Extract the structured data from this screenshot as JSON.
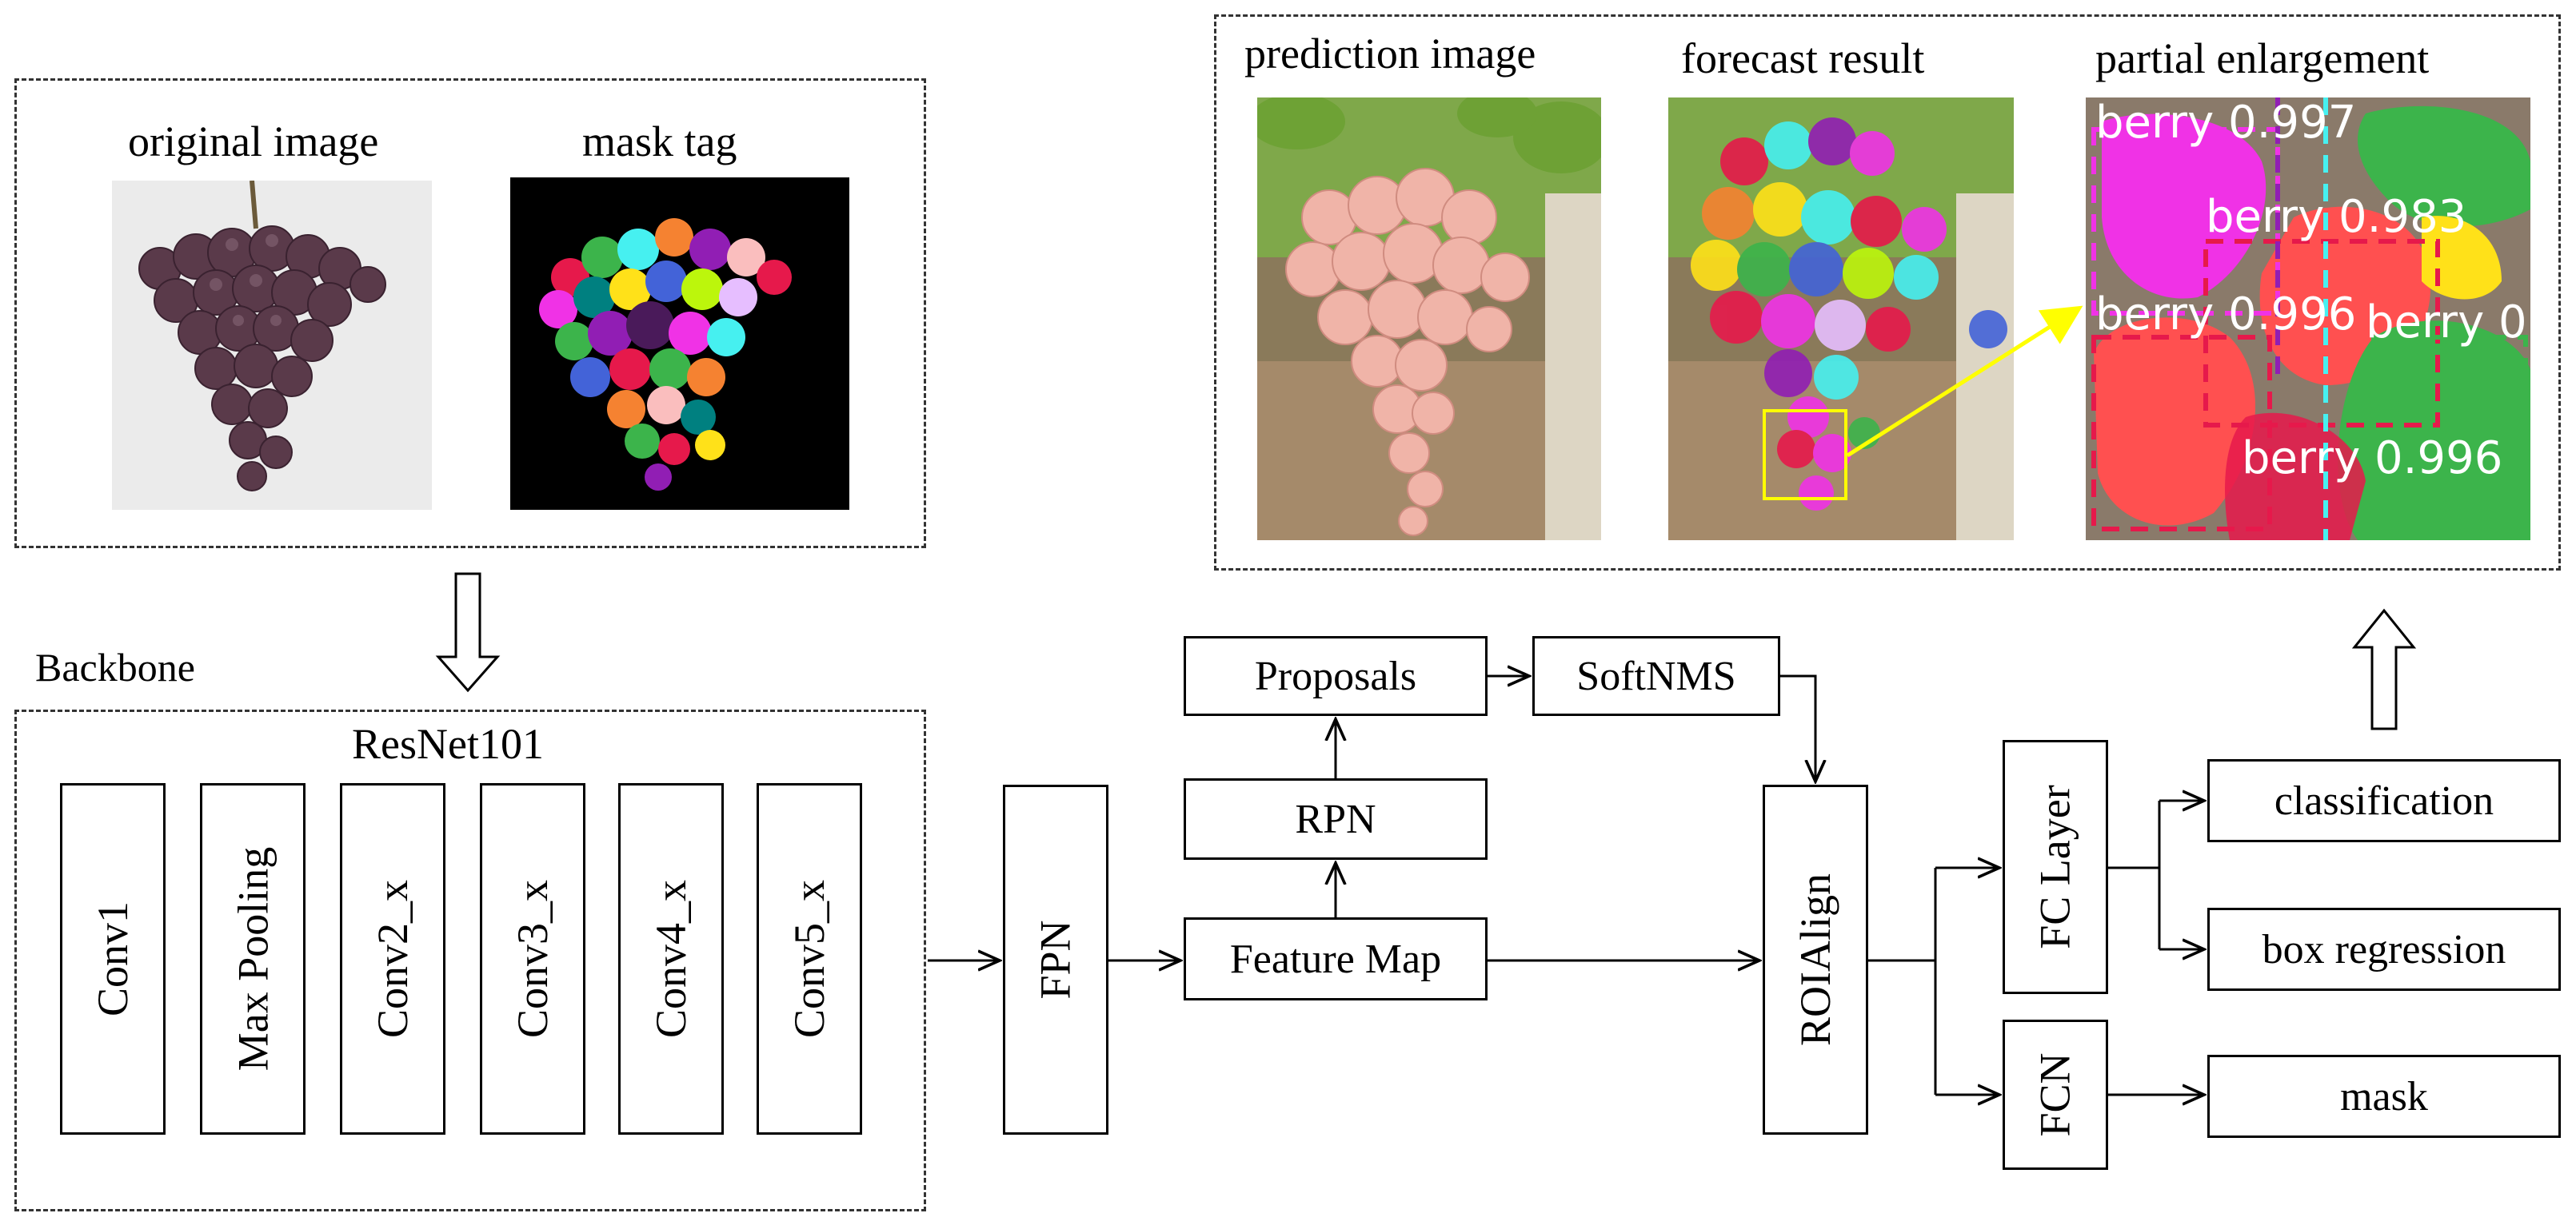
{
  "top_left": {
    "original_caption": "original image",
    "mask_caption": "mask tag"
  },
  "top_right": {
    "prediction_caption": "prediction image",
    "forecast_caption": "forecast result",
    "enlargement_caption": "partial enlargement",
    "enlargement_labels": [
      "berry 0.997",
      "berry 0.983",
      "berry 0.996",
      "berry 0.996",
      "berry 0"
    ]
  },
  "backbone": {
    "label": "Backbone",
    "resnet_title": "ResNet101",
    "stages": [
      "Conv1",
      "Max Pooling",
      "Conv2_x",
      "Conv3_x",
      "Conv4_x",
      "Conv5_x"
    ]
  },
  "pipeline": {
    "fpn": "FPN",
    "feature_map": "Feature Map",
    "rpn": "RPN",
    "proposals": "Proposals",
    "softnms": "SoftNMS",
    "roialign": "ROIAlign",
    "fc_layer": "FC  Layer",
    "fcn": "FCN",
    "classification": "classification",
    "box_regression": "box regression",
    "mask": "mask"
  },
  "colors": {
    "mask_palette": [
      "#e6194b",
      "#3cb44b",
      "#ffe119",
      "#4363d8",
      "#f58231",
      "#911eb4",
      "#46f0f0",
      "#f032e6",
      "#bcf60c",
      "#fabebe",
      "#008080",
      "#e6beff"
    ],
    "highlight_box": "#ffff00",
    "arrow": "#ffff00"
  }
}
